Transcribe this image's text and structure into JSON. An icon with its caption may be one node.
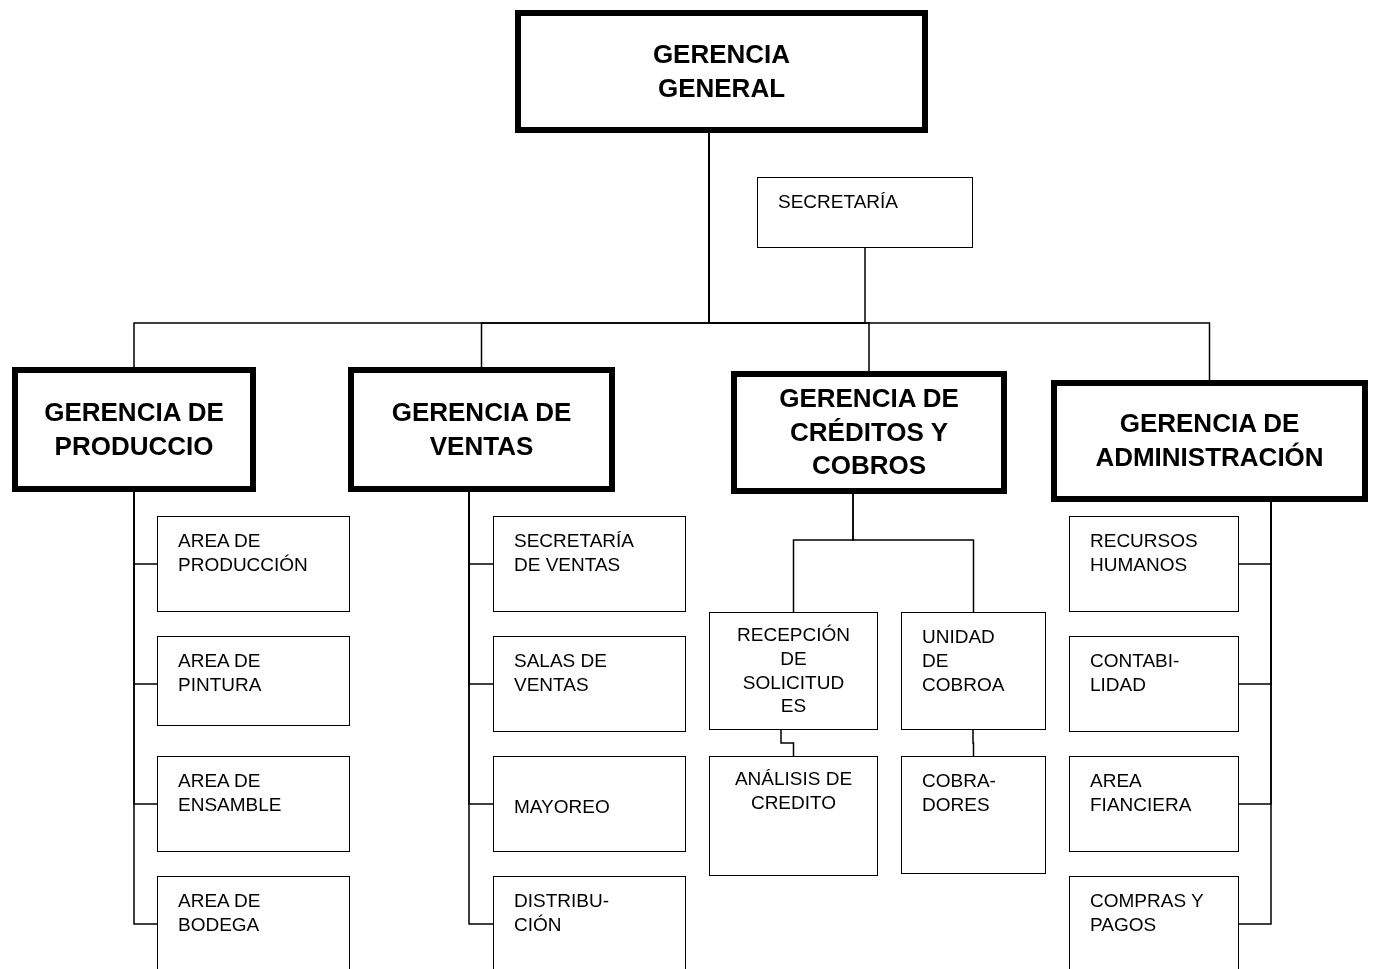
{
  "diagram": {
    "nodes": [
      {
        "text": [
          "GERENCIA GENERAL"
        ]
      },
      {
        "text": [
          "SECRETARÍA"
        ]
      },
      {
        "text": [
          "GERENCIA DE PRODUCCIO"
        ]
      },
      {
        "text": [
          "GERENCIA DE VENTAS"
        ]
      },
      {
        "text": [
          "GERENCIA DE CRÉDITOS Y COBROS"
        ]
      },
      {
        "text": [
          "GERENCIA DE ADMINISTRACIÓN"
        ]
      },
      {
        "text": [
          "AREA DE PRODUCCIÓN"
        ]
      },
      {
        "text": [
          "AREA DE PINTURA"
        ]
      },
      {
        "text": [
          "AREA DE ENSAMBLE"
        ]
      },
      {
        "text": [
          "AREA DE BODEGA"
        ]
      },
      {
        "text": [
          "SECRETARÍA DE VENTAS"
        ]
      },
      {
        "text": [
          "SALAS DE VENTAS"
        ]
      },
      {
        "text": [
          "MAYOREO"
        ]
      },
      {
        "text": [
          "DISTRIBU- CIÓN"
        ]
      },
      {
        "text": [
          "RECEPCIÓN DE SOLICITUD ES"
        ]
      },
      {
        "text": [
          "UNIDAD DE COBROA"
        ]
      },
      {
        "text": [
          "ANÁLISIS DE CREDITO"
        ]
      },
      {
        "text": [
          "COBRA- DORES"
        ]
      },
      {
        "text": [
          "RECURSOS HUMANOS"
        ]
      },
      {
        "text": [
          "CONTABI- LIDAD"
        ]
      },
      {
        "text": [
          "AREA FIANCIERA"
        ]
      },
      {
        "text": [
          "COMPRAS Y PAGOS"
        ]
      }
    ],
    "edges": [
      {
        "from": 0,
        "to": 1,
        "arrow": "none"
      },
      {
        "from": 0,
        "to": 2,
        "arrow": "none"
      },
      {
        "from": 0,
        "to": 3,
        "arrow": "none"
      },
      {
        "from": 0,
        "to": 4,
        "arrow": "none"
      },
      {
        "from": 0,
        "to": 5,
        "arrow": "none"
      },
      {
        "from": 2,
        "to": 6,
        "arrow": "none"
      },
      {
        "from": 2,
        "to": 7,
        "arrow": "none"
      },
      {
        "from": 2,
        "to": 8,
        "arrow": "none"
      },
      {
        "from": 2,
        "to": 9,
        "arrow": "none"
      },
      {
        "from": 3,
        "to": 10,
        "arrow": "none"
      },
      {
        "from": 3,
        "to": 11,
        "arrow": "none"
      },
      {
        "from": 3,
        "to": 12,
        "arrow": "none"
      },
      {
        "from": 3,
        "to": 13,
        "arrow": "none"
      },
      {
        "from": 4,
        "to": 14,
        "arrow": "none"
      },
      {
        "from": 4,
        "to": 15,
        "arrow": "none"
      },
      {
        "from": 14,
        "to": 16,
        "arrow": "none"
      },
      {
        "from": 15,
        "to": 17,
        "arrow": "none"
      },
      {
        "from": 5,
        "to": 18,
        "arrow": "none"
      },
      {
        "from": 5,
        "to": 19,
        "arrow": "none"
      },
      {
        "from": 5,
        "to": 20,
        "arrow": "none"
      },
      {
        "from": 5,
        "to": 21,
        "arrow": "none"
      }
    ]
  }
}
